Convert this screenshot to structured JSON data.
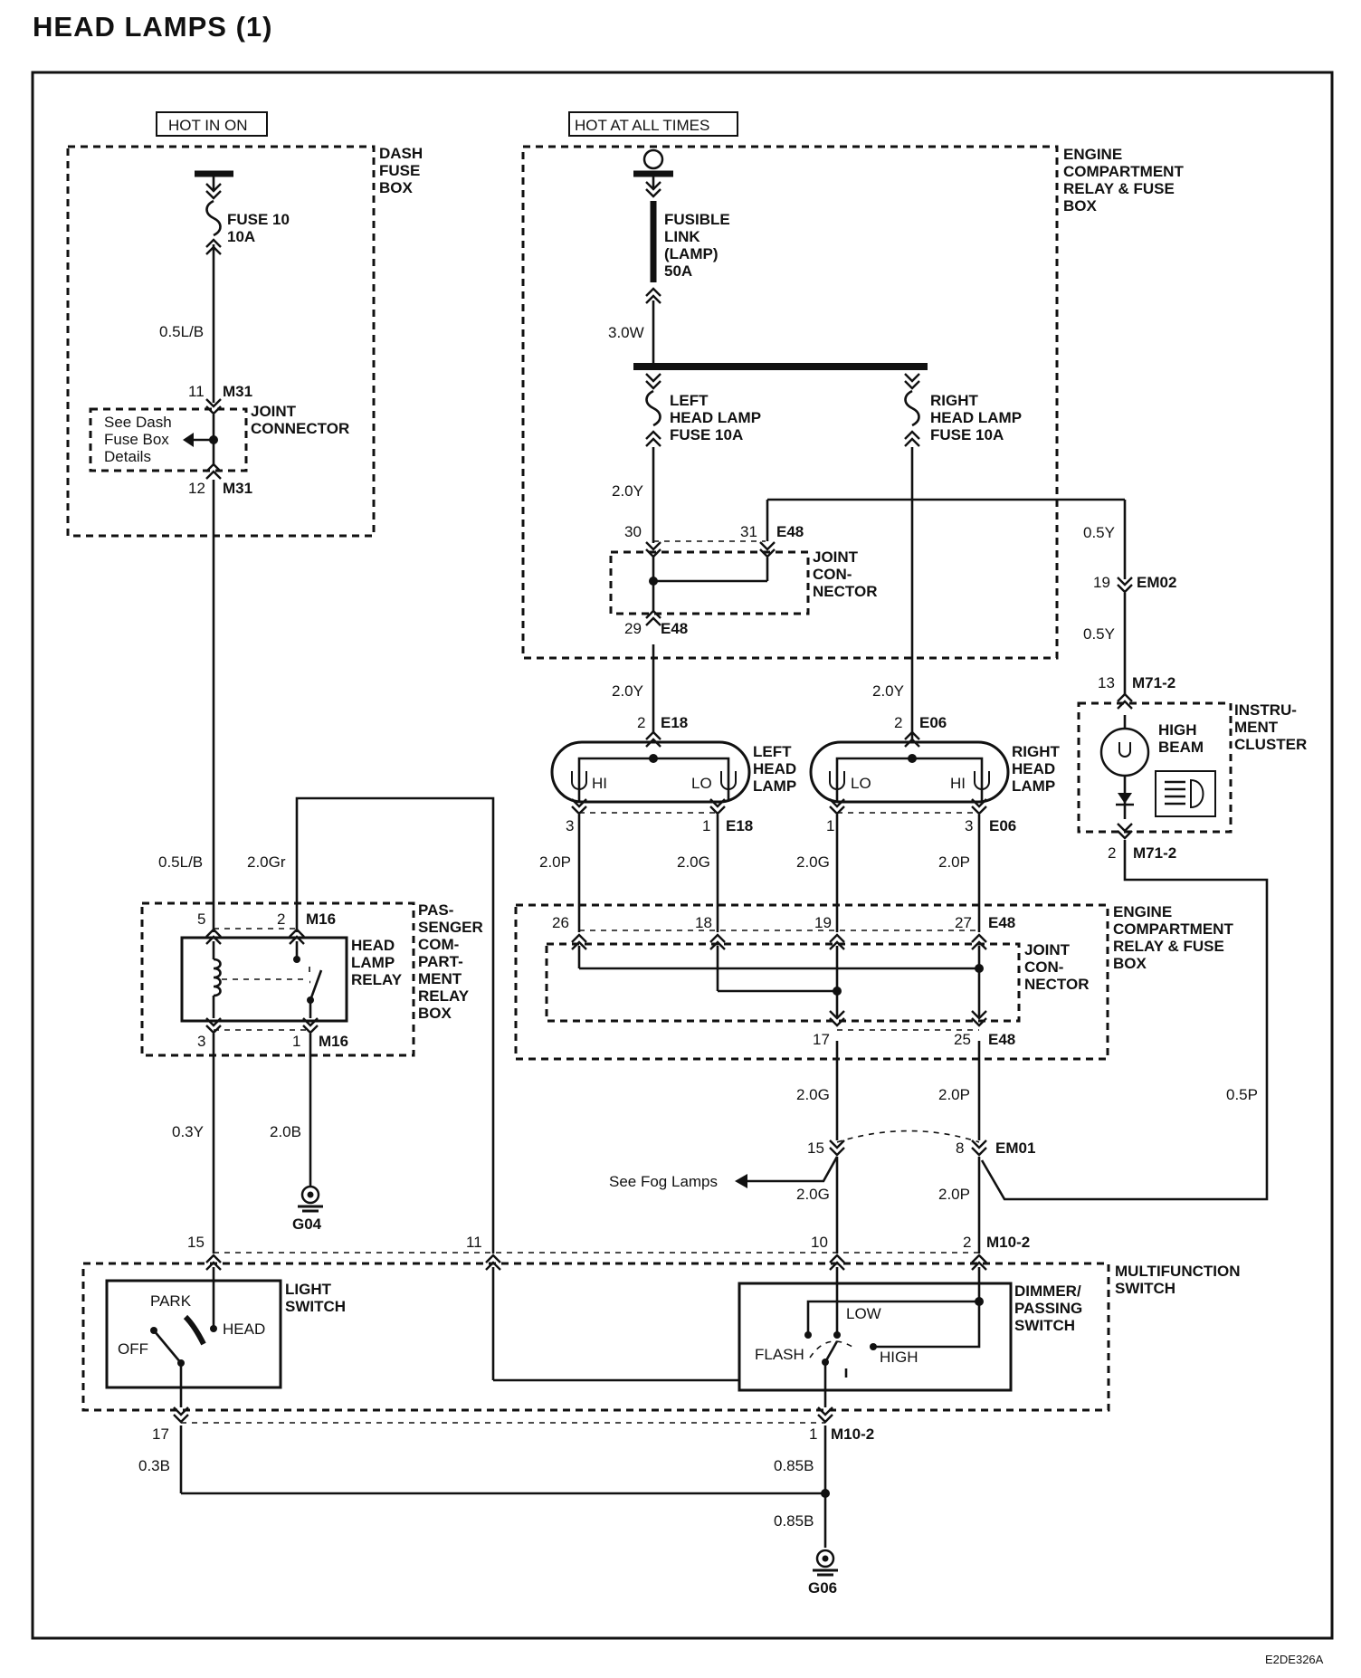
{
  "title": "HEAD LAMPS (1)",
  "hot": {
    "in_on": "HOT IN ON",
    "at_all_times": "HOT AT ALL TIMES"
  },
  "dash_fuse_box": {
    "label": [
      "DASH",
      "FUSE",
      "BOX"
    ],
    "fuse": [
      "FUSE 10",
      "10A"
    ],
    "wire_top": "0.5L/B",
    "pin_in": "11",
    "pin_out": "12",
    "conn": "M31",
    "joint": [
      "JOINT",
      "CONNECTOR"
    ],
    "see": [
      "See Dash",
      "Fuse Box",
      "Details"
    ]
  },
  "engine_box_top": {
    "label": [
      "ENGINE",
      "COMPARTMENT",
      "RELAY & FUSE",
      "BOX"
    ],
    "fusible": [
      "FUSIBLE",
      "LINK",
      "(LAMP)",
      "50A"
    ],
    "wire_main": "3.0W",
    "left_fuse": [
      "LEFT",
      "HEAD LAMP",
      "FUSE 10A"
    ],
    "right_fuse": [
      "RIGHT",
      "HEAD LAMP",
      "FUSE 10A"
    ],
    "wire_left": "2.0Y",
    "pins": {
      "p30": "30",
      "p31": "31",
      "p29": "29"
    },
    "conn": "E48",
    "joint": [
      "JOINT",
      "CON-",
      "NECTOR"
    ]
  },
  "cluster": {
    "wire_a": "0.5Y",
    "pin_a": "19",
    "conn_a": "EM02",
    "wire_b": "0.5Y",
    "pin_b": "13",
    "conn_b": "M71-2",
    "label": [
      "INSTRU-",
      "MENT",
      "CLUSTER"
    ],
    "high_beam": [
      "HIGH",
      "BEAM"
    ],
    "pin_c": "2",
    "conn_c": "M71-2",
    "wire_c": "0.5P"
  },
  "left_lamp": {
    "wire": "2.0Y",
    "pin": "2",
    "conn": "E18",
    "label": [
      "LEFT",
      "HEAD",
      "LAMP"
    ],
    "hi": "HI",
    "lo": "LO",
    "pin_hi": "3",
    "pin_lo": "1",
    "conn_bottom": "E18"
  },
  "right_lamp": {
    "wire": "2.0Y",
    "pin": "2",
    "conn": "E06",
    "label": [
      "RIGHT",
      "HEAD",
      "LAMP"
    ],
    "hi": "HI",
    "lo": "LO",
    "pin_lo": "1",
    "pin_hi": "3",
    "conn_bottom": "E06"
  },
  "lamp_wires": {
    "w1": "2.0P",
    "w2": "2.0G",
    "w3": "2.0G",
    "w4": "2.0P"
  },
  "engine_box_mid": {
    "label": [
      "ENGINE",
      "COMPARTMENT",
      "RELAY & FUSE",
      "BOX"
    ],
    "pins_top": [
      "26",
      "18",
      "19",
      "27"
    ],
    "conn": "E48",
    "joint": [
      "JOINT",
      "CON-",
      "NECTOR"
    ],
    "pin_17": "17",
    "pin_25": "25",
    "conn_bottom": "E48"
  },
  "relay_box": {
    "wire_left": "0.5L/B",
    "wire_right": "2.0Gr",
    "pin5": "5",
    "pin2": "2",
    "conn_top": "M16",
    "relay": [
      "HEAD",
      "LAMP",
      "RELAY"
    ],
    "box": [
      "PAS-",
      "SENGER",
      "COM-",
      "PART-",
      "MENT",
      "RELAY",
      "BOX"
    ],
    "pin3": "3",
    "pin1": "1",
    "conn_bottom": "M16",
    "wire_out": "0.3Y",
    "wire_gnd": "2.0B",
    "ground": "G04"
  },
  "em01": {
    "wire_g": "2.0G",
    "wire_p": "2.0P",
    "pin15": "15",
    "pin8": "8",
    "conn": "EM01",
    "see_fog": "See Fog Lamps",
    "wire_g2": "2.0G",
    "wire_p2": "2.0P",
    "wire_cluster": "0.5P"
  },
  "multifunction": {
    "label": [
      "MULTIFUNCTION",
      "SWITCH"
    ],
    "pin15": "15",
    "pin11": "11",
    "pin10": "10",
    "pin2": "2",
    "conn_top": "M10-2",
    "light_switch": [
      "LIGHT",
      "SWITCH"
    ],
    "park": "PARK",
    "head": "HEAD",
    "off": "OFF",
    "dimmer": [
      "DIMMER/",
      "PASSING",
      "SWITCH"
    ],
    "low": "LOW",
    "flash": "FLASH",
    "high": "HIGH",
    "pin17": "17",
    "pin1": "1",
    "conn_bottom": "M10-2"
  },
  "ground_section": {
    "wire_a": "0.3B",
    "wire_b": "0.85B",
    "wire_c": "0.85B",
    "ground": "G06"
  },
  "code": "E2DE326A"
}
